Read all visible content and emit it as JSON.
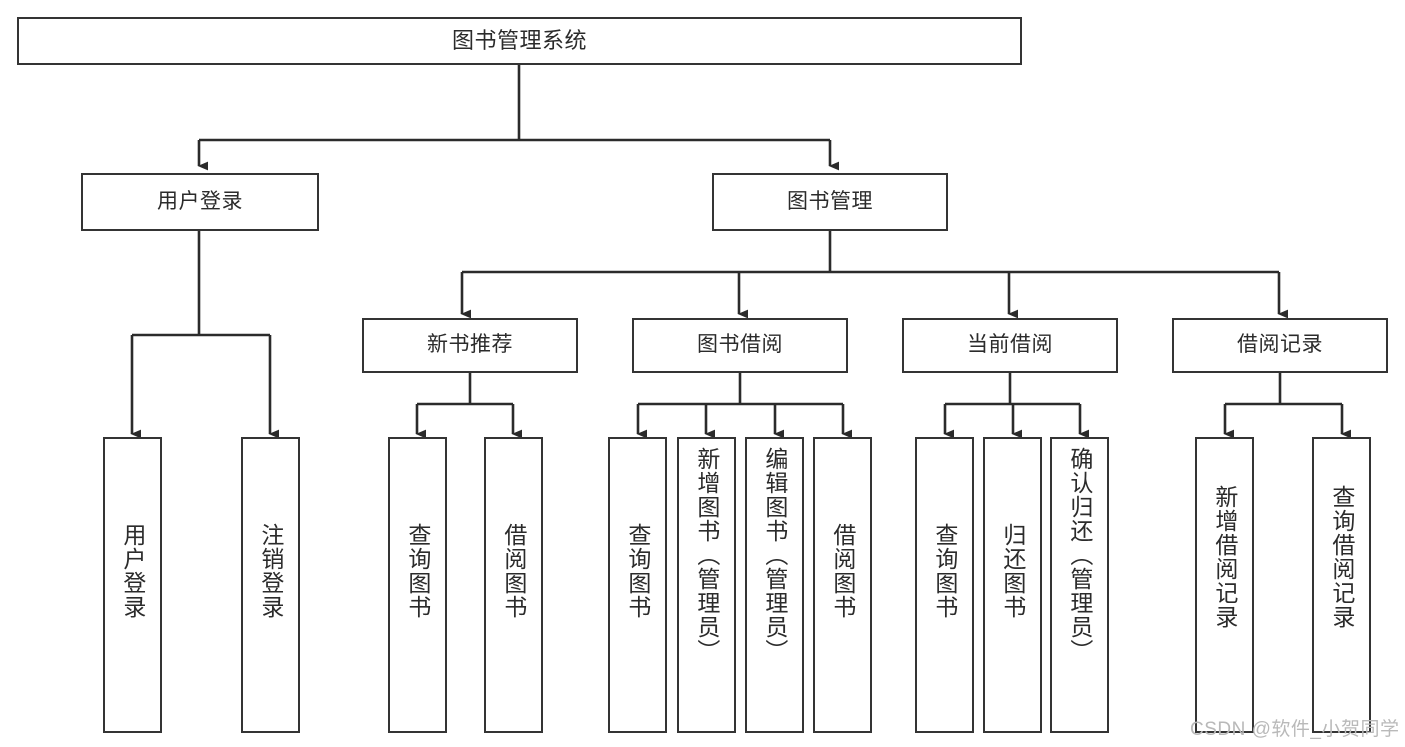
{
  "diagram": {
    "title": "图书管理系统",
    "type": "tree-hierarchy-chart",
    "colors": {
      "background": "#ffffff",
      "node_border": "#343434",
      "node_fill": "#ffffff",
      "text": "#2b2b2b",
      "edge": "#2b2b2b",
      "watermark": "#b9b9b9"
    },
    "nodes": {
      "root": {
        "label": "图书管理系统"
      },
      "level2": [
        {
          "label": "用户登录"
        },
        {
          "label": "图书管理"
        }
      ],
      "level3": [
        {
          "label": "新书推荐"
        },
        {
          "label": "图书借阅"
        },
        {
          "label": "当前借阅"
        },
        {
          "label": "借阅记录"
        }
      ],
      "leaves": {
        "user_login": [
          {
            "label": "用户登录"
          },
          {
            "label": "注销登录"
          }
        ],
        "new_book_recommend": [
          {
            "label": "查询图书"
          },
          {
            "label": "借阅图书"
          }
        ],
        "book_borrow": [
          {
            "label": "查询图书"
          },
          {
            "label": "新增图书（管理员）"
          },
          {
            "label": "编辑图书（管理员）"
          },
          {
            "label": "借阅图书"
          }
        ],
        "current_borrow": [
          {
            "label": "查询图书"
          },
          {
            "label": "归还图书"
          },
          {
            "label": "确认归还（管理员）"
          }
        ],
        "borrow_record": [
          {
            "label": "新增借阅记录"
          },
          {
            "label": "查询借阅记录"
          }
        ]
      }
    },
    "watermark": "CSDN @软件_小贺同学"
  }
}
